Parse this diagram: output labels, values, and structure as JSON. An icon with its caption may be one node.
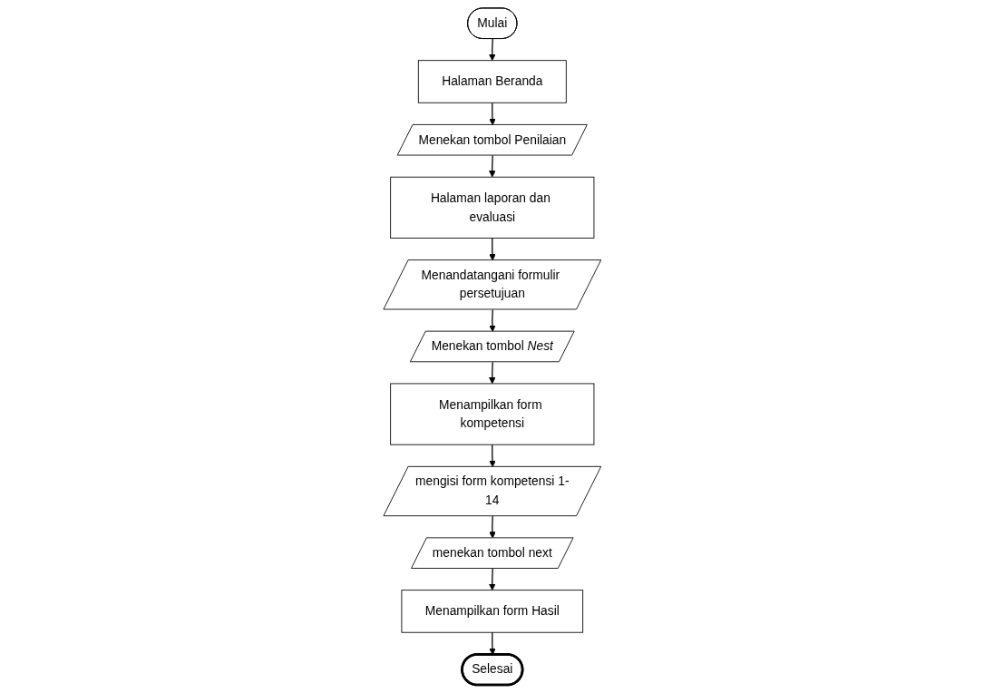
{
  "diagram": {
    "nodes": [
      {
        "text": [
          "Mulai"
        ]
      },
      {
        "text": [
          "Halaman Beranda"
        ]
      },
      {
        "text": [
          "Menekan tombol Penilaian"
        ]
      },
      {
        "text": [
          "Halaman laporan dan evaluasi"
        ]
      },
      {
        "text": [
          "Menandatangani formulir persetujuan"
        ]
      },
      {
        "text": [
          "Menekan tombol *Nest*"
        ]
      },
      {
        "text": [
          "Menampilkan form kompetensi"
        ]
      },
      {
        "text": [
          "mengisi form kompetensi 1-14"
        ]
      },
      {
        "text": [
          "menekan tombol next"
        ]
      },
      {
        "text": [
          "Menampilkan form Hasil"
        ]
      },
      {
        "text": [
          "Selesai"
        ]
      }
    ],
    "edges": [
      {
        "from": 0,
        "to": 1,
        "arrow": "to"
      },
      {
        "from": 1,
        "to": 2,
        "arrow": "to"
      },
      {
        "from": 2,
        "to": 3,
        "arrow": "to"
      },
      {
        "from": 3,
        "to": 4,
        "arrow": "to"
      },
      {
        "from": 4,
        "to": 5,
        "arrow": "to"
      },
      {
        "from": 5,
        "to": 6,
        "arrow": "to"
      },
      {
        "from": 6,
        "to": 7,
        "arrow": "to"
      },
      {
        "from": 7,
        "to": 8,
        "arrow": "to"
      },
      {
        "from": 8,
        "to": 9,
        "arrow": "to"
      },
      {
        "from": 9,
        "to": 10,
        "arrow": "to"
      }
    ]
  }
}
